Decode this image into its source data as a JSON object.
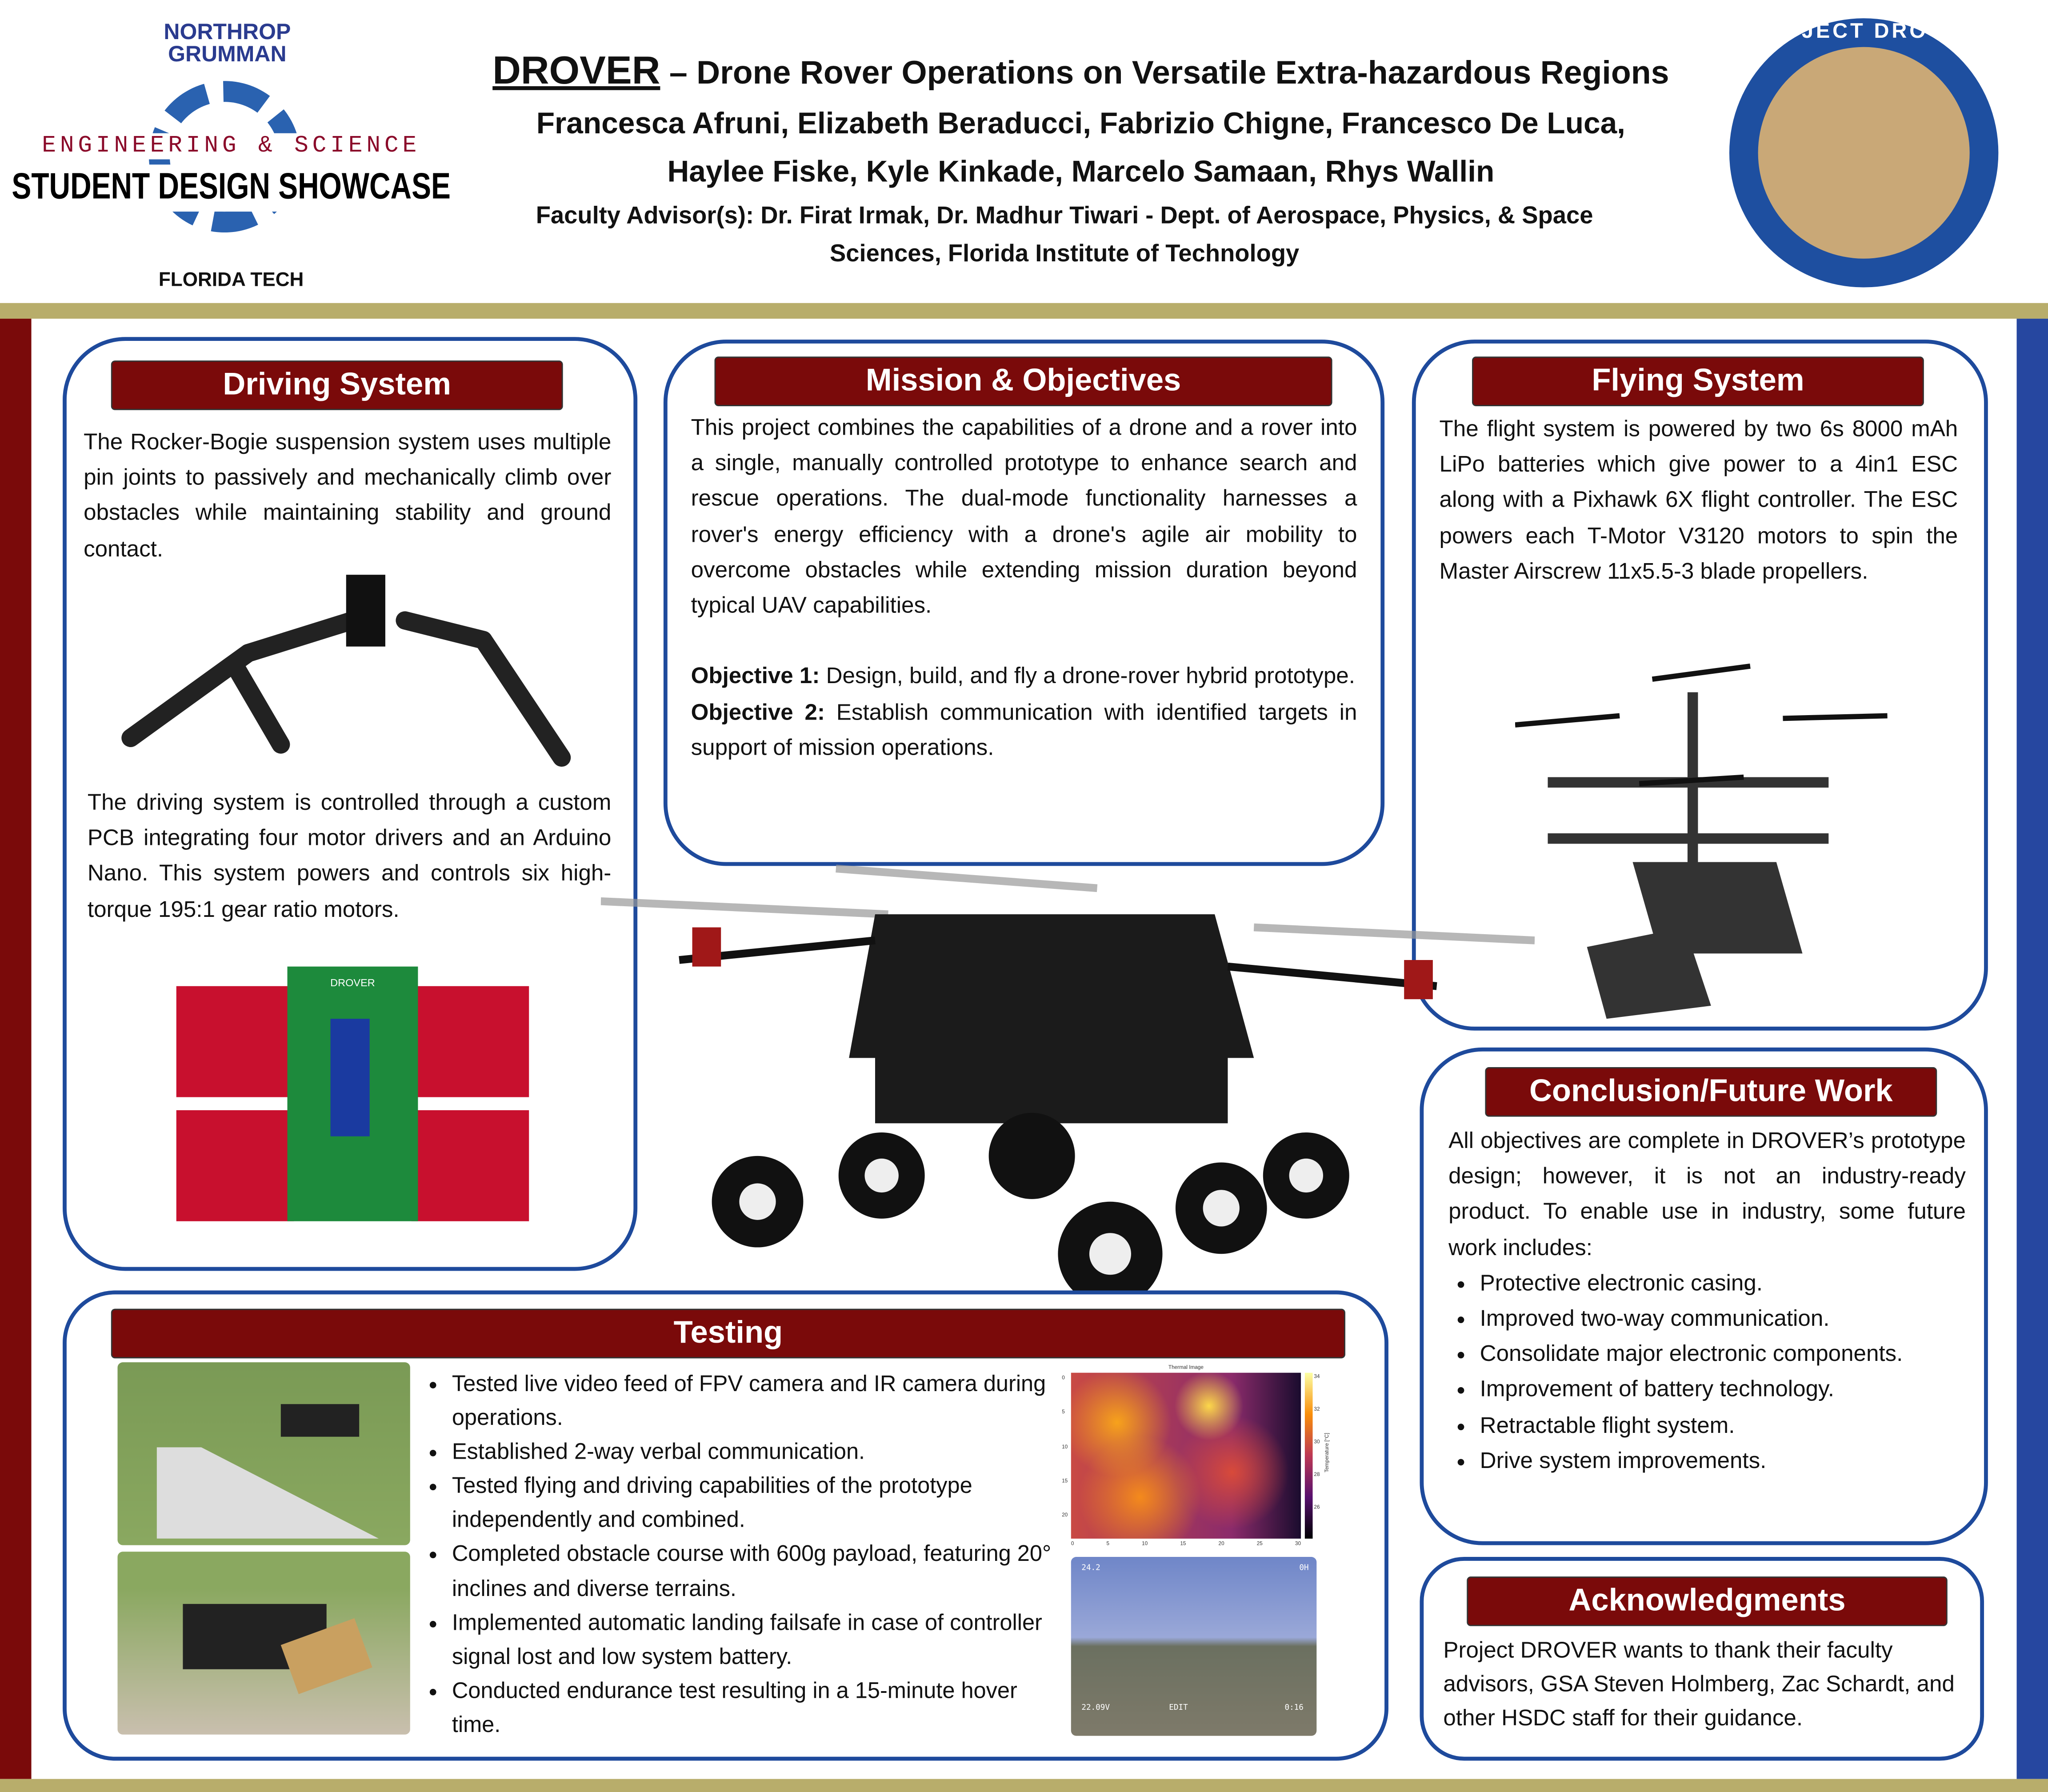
{
  "logo": {
    "sponsor": "NORTHROP GRUMMAN",
    "line1": "ENGINEERING & SCIENCE",
    "line2": "STUDENT DESIGN SHOWCASE",
    "school": "FLORIDA TECH"
  },
  "badge": {
    "text": "PROJECT DROVER"
  },
  "header": {
    "acronym": "DROVER",
    "dash": " – ",
    "expansion": "Drone Rover Operations on Versatile Extra-hazardous Regions",
    "authors_line1": "Francesca Afruni, Elizabeth Beraducci, Fabrizio Chigne, Francesco De Luca,",
    "authors_line2": "Haylee Fiske, Kyle Kinkade, Marcelo Samaan, Rhys Wallin",
    "advisor": "Faculty Advisor(s): Dr. Firat Irmak, Dr. Madhur Tiwari - Dept. of Aerospace, Physics, & Space Sciences, Florida Institute of Technology"
  },
  "colors": {
    "maroon": "#7a0a0a",
    "blue": "#1e4a9c",
    "gold": "#b8ad6b"
  },
  "driving": {
    "title": "Driving System",
    "p1": "The Rocker-Bogie suspension system uses multiple pin joints to passively and mechanically climb over obstacles while maintaining stability and ground contact.",
    "p2": "The driving system is controlled through a custom PCB integrating four motor drivers and an Arduino Nano. This system powers and controls six high-torque 195:1 gear ratio motors.",
    "pcb_label": "DROVER"
  },
  "mission": {
    "title": "Mission & Objectives",
    "p1": "This project combines the capabilities of a drone and a rover into a single, manually controlled prototype to enhance search and rescue operations. The dual-mode functionality harnesses a rover's energy efficiency with a drone's agile air mobility to overcome obstacles while extending mission duration beyond typical UAV capabilities.",
    "obj1_label": "Objective 1:",
    "obj1": " Design, build, and fly a drone-rover hybrid prototype.",
    "obj2_label": "Objective 2:",
    "obj2": " Establish communication with identified targets in support of mission operations."
  },
  "flying": {
    "title": "Flying System",
    "p1": "The flight system is powered by two 6s 8000 mAh LiPo batteries which give power to a 4in1 ESC along with a Pixhawk 6X flight controller. The ESC powers each T-Motor V3120 motors to spin the Master Airscrew 11x5.5-3 blade propellers."
  },
  "conclusion": {
    "title": "Conclusion/Future Work",
    "p1": "All objectives are complete in DROVER’s prototype design; however, it is not an industry-ready product. To enable use in industry, some future work includes:",
    "items": [
      "Protective electronic casing.",
      "Improved two-way communication.",
      "Consolidate major electronic components.",
      "Improvement of battery technology.",
      "Retractable flight system.",
      "Drive system improvements."
    ]
  },
  "testing": {
    "title": "Testing",
    "items": [
      "Tested live video feed of FPV camera and IR camera during operations.",
      "Established 2-way verbal communication.",
      "Tested flying and driving capabilities of the prototype independently and combined.",
      "Completed obstacle course with 600g payload, featuring 20° inclines and diverse terrains.",
      "Implemented automatic landing failsafe in case of controller signal lost and low system battery.",
      "Conducted endurance test resulting in a 15-minute hover time."
    ],
    "thermal": {
      "title": "Thermal Image",
      "colorbar_label": "Temperature [°C]",
      "x_ticks": [
        "0",
        "5",
        "10",
        "15",
        "20",
        "25",
        "30"
      ],
      "y_ticks": [
        "0",
        "5",
        "10",
        "15",
        "20"
      ],
      "cbar_ticks": [
        "34",
        "32",
        "30",
        "28",
        "26"
      ]
    },
    "fpv": {
      "osd_tl": "24.2",
      "osd_tr": "0H",
      "osd_bl": "22.09V",
      "osd_mid": "EDIT",
      "osd_br": "0:16"
    }
  },
  "ack": {
    "title": "Acknowledgments",
    "p1": "Project DROVER wants to thank their faculty advisors, GSA Steven Holmberg, Zac Schardt, and other HSDC staff for their guidance."
  }
}
